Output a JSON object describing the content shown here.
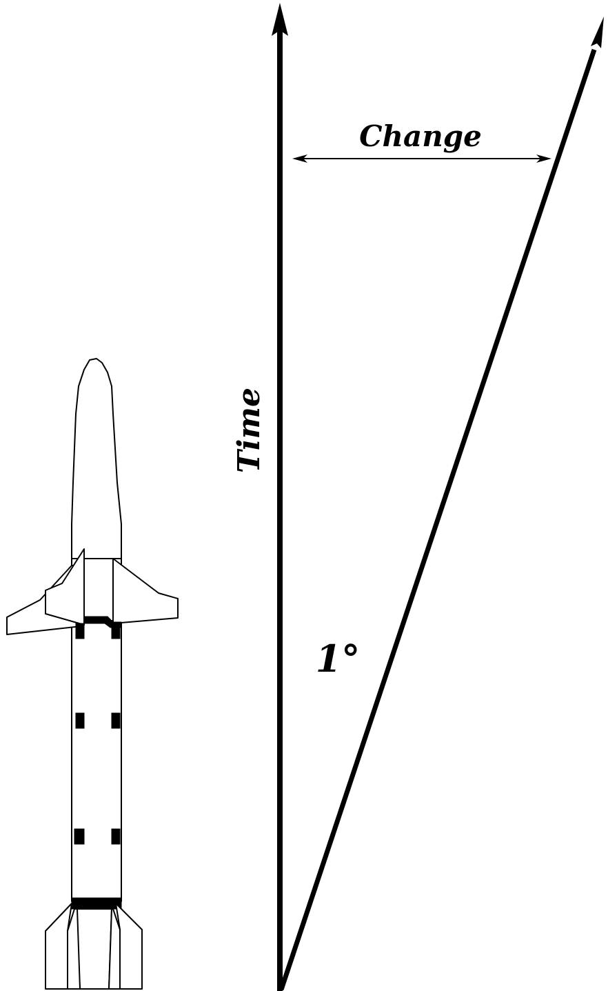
{
  "diagram": {
    "labels": {
      "change": "Change",
      "time": "Time",
      "angle": "1°"
    },
    "colors": {
      "ink": "#000000",
      "background": "#ffffff"
    },
    "icons": {
      "rocket": "rocket-icon"
    }
  }
}
